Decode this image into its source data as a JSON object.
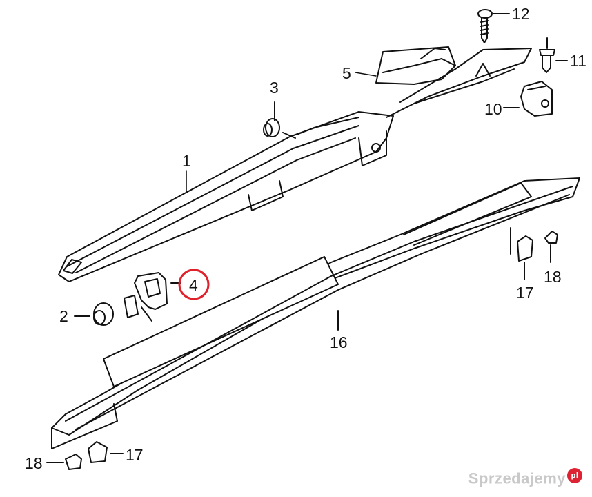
{
  "diagram": {
    "callouts": {
      "c1": "1",
      "c2": "2",
      "c3": "3",
      "c4": "4",
      "c5": "5",
      "c10": "10",
      "c11": "11",
      "c12": "12",
      "c16": "16",
      "c17a": "17",
      "c17b": "17",
      "c18a": "18",
      "c18b": "18"
    },
    "highlighted_callout": "4",
    "highlight_color": "#e0202a",
    "line_color": "#111111"
  },
  "watermark": {
    "text": "Sprzedajemy",
    "suffix": "pl"
  }
}
